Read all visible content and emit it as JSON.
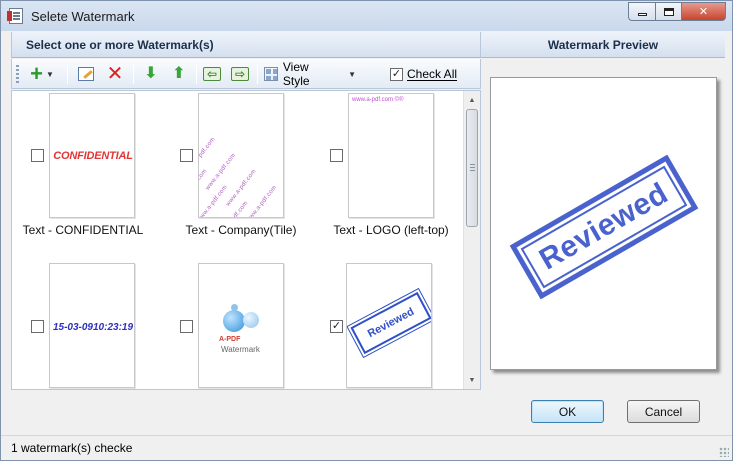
{
  "window": {
    "title": "Selete Watermark"
  },
  "header": {
    "left_title": "Select one or more Watermark(s)",
    "right_title": "Watermark Preview"
  },
  "toolbar": {
    "view_style_label": "View Style",
    "check_all_label": "Check All",
    "check_all_checked": true
  },
  "watermarks": [
    {
      "label": "Text - CONFIDENTIAL",
      "checked": false,
      "thumb_text": "CONFIDENTIAL"
    },
    {
      "label": "Text - Company(Tile)",
      "checked": false,
      "thumb_text": "www.a-pdf.com"
    },
    {
      "label": "Text - LOGO (left-top)",
      "checked": false,
      "thumb_text": "www.a-pdf.com ©®"
    },
    {
      "label": "",
      "checked": false,
      "thumb_text": "15-03-0910:23:19"
    },
    {
      "label": "",
      "checked": false,
      "thumb_text": "A-PDF",
      "thumb_sub": "Watermark"
    },
    {
      "label": "",
      "checked": true,
      "thumb_text": "Reviewed"
    }
  ],
  "preview": {
    "stamp_text": "Reviewed",
    "stamp_color": "#3a55c9"
  },
  "buttons": {
    "ok_label": "OK",
    "cancel_label": "Cancel"
  },
  "status": {
    "text": "1 watermark(s) checke"
  },
  "icons": [
    "add-icon",
    "edit-icon",
    "delete-icon",
    "move-down-icon",
    "move-up-icon",
    "import-icon",
    "export-icon",
    "view-style-icon"
  ]
}
